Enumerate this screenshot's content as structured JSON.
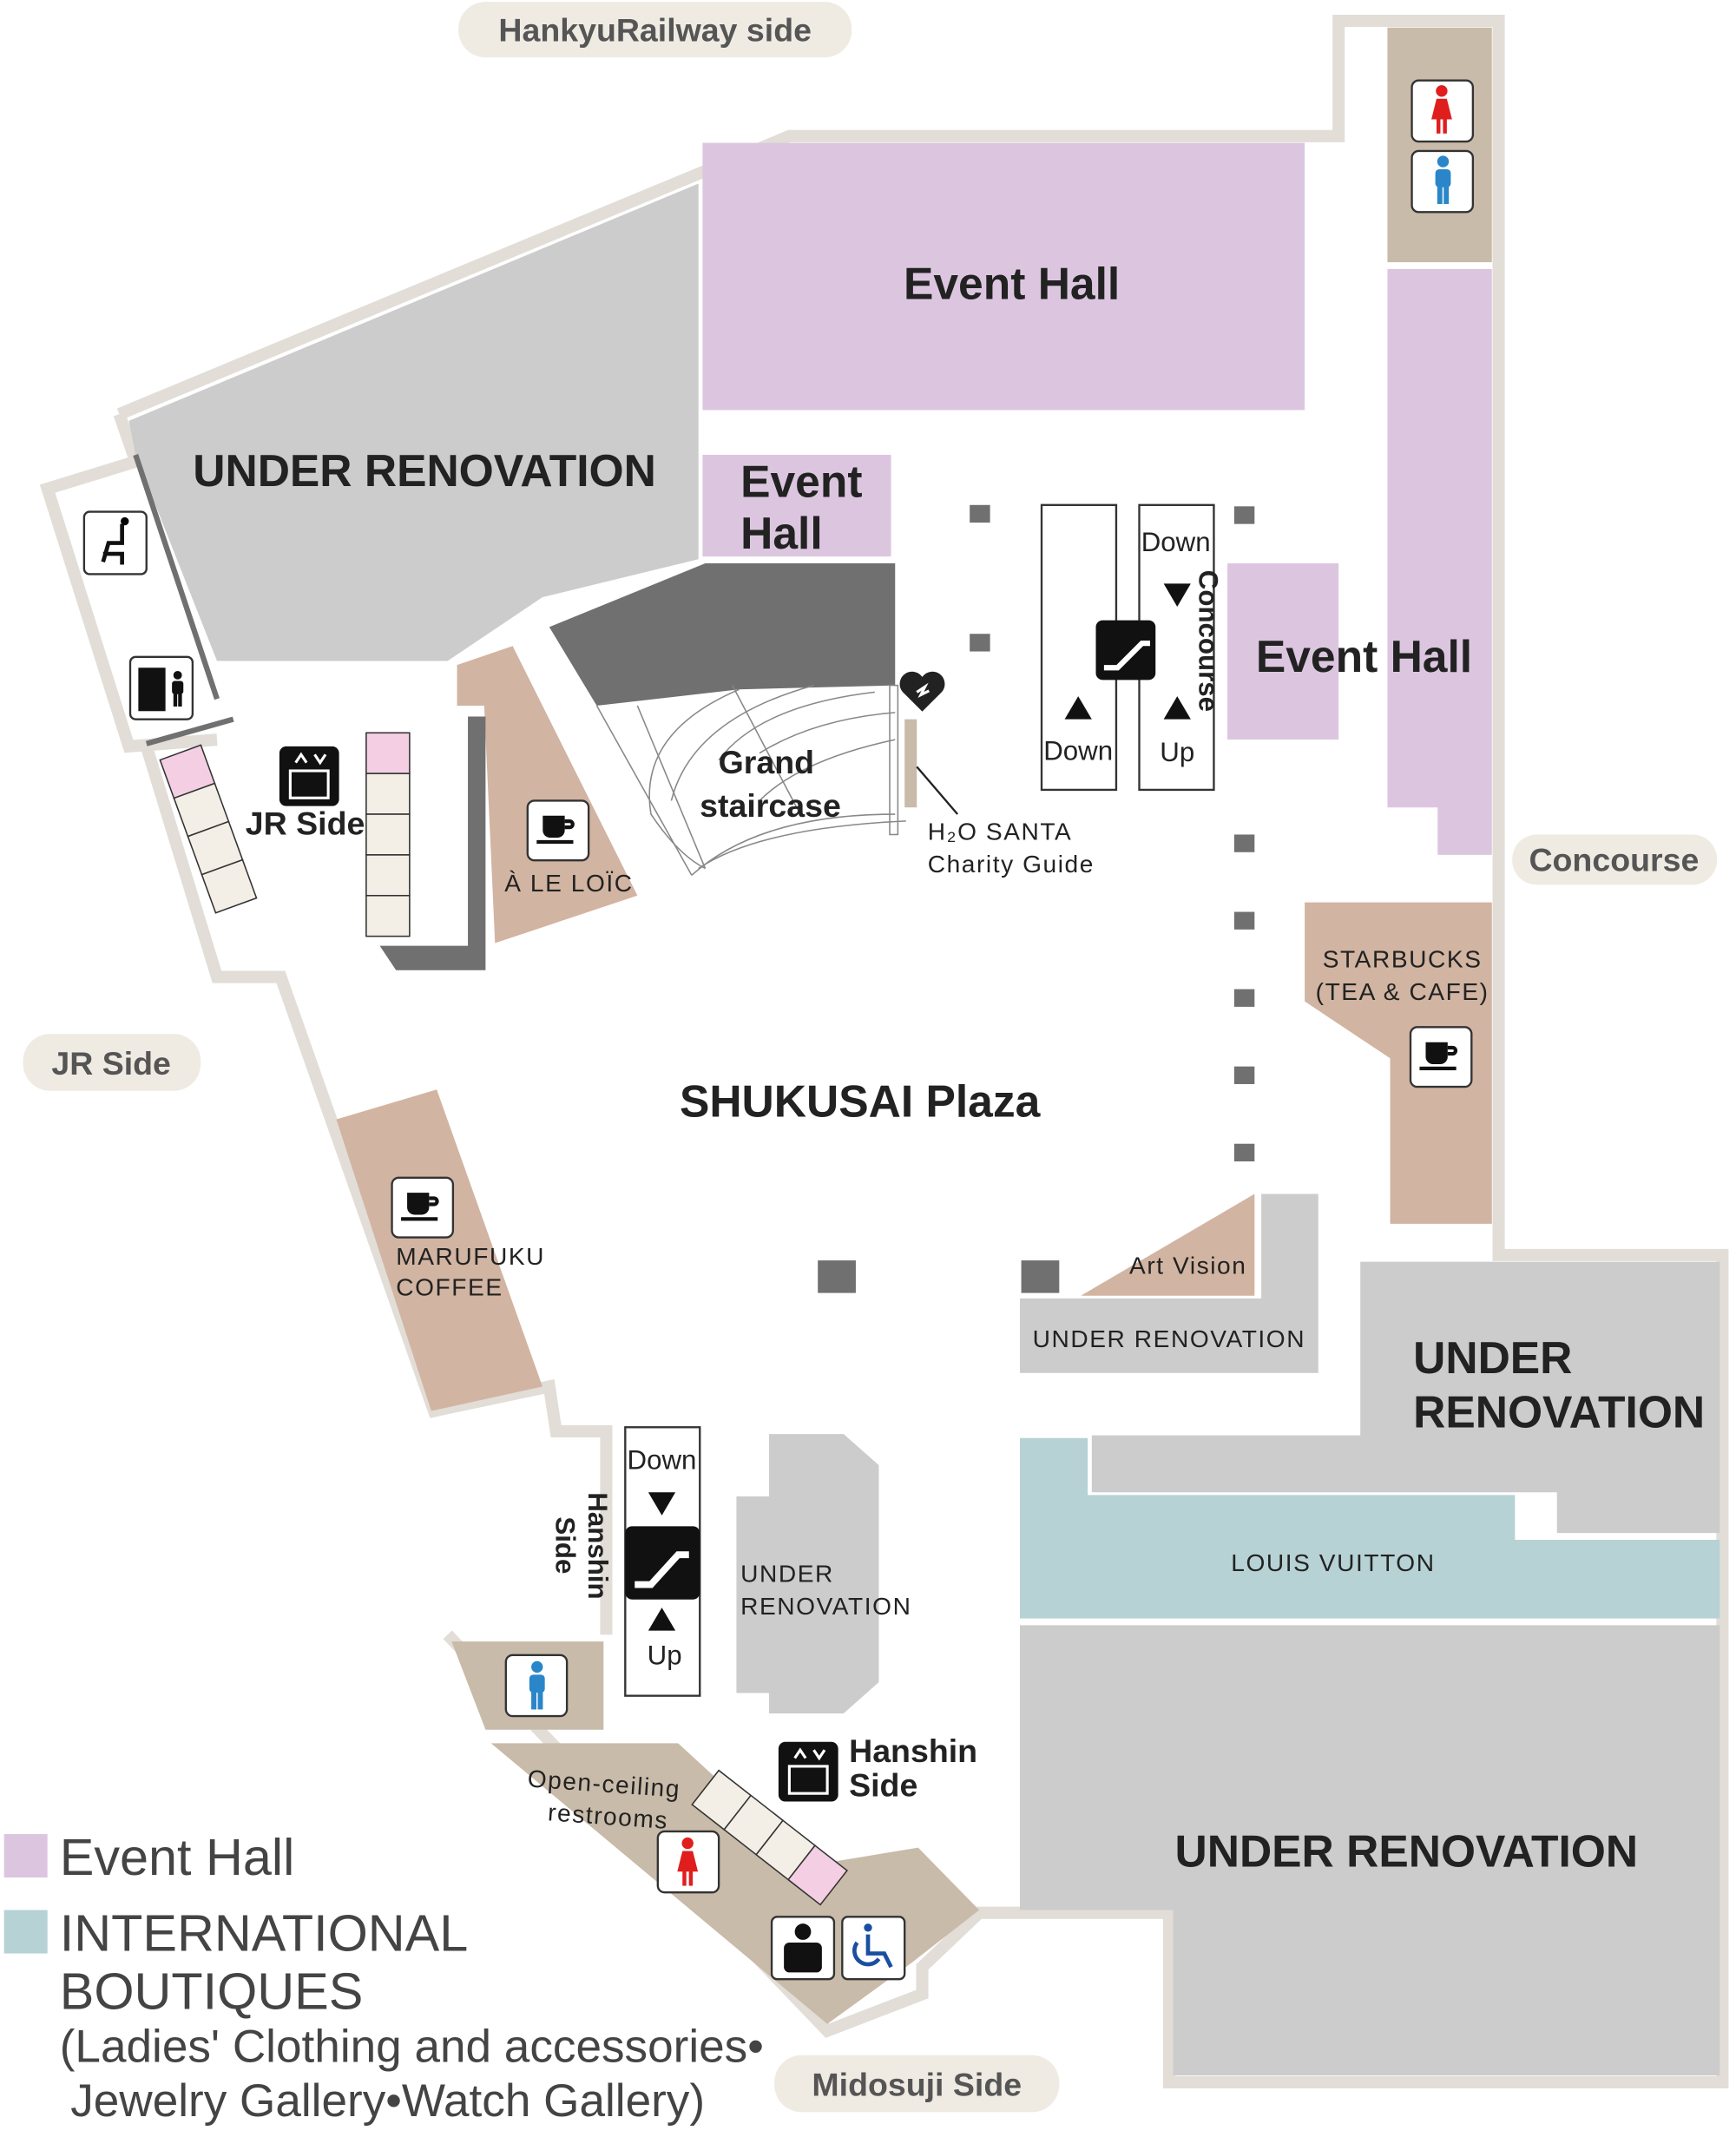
{
  "colors": {
    "event_hall": "#dcc6df",
    "international": "#b6d2d5",
    "renovation": "#cccccc",
    "dark": "#707070",
    "cafe": "#d1b4a1",
    "facility": "#c9bba9",
    "outline": "#e2ddd7",
    "pill": "#efebe3",
    "female": "#e01e1e",
    "male": "#2a86c8"
  },
  "directions": {
    "north": "HankyuRailway side",
    "east": "Concourse",
    "west": "JR Side",
    "south": "Midosuji Side"
  },
  "areas": {
    "event_hall_top": "Event Hall",
    "event_hall_small_1": "Event",
    "event_hall_small_2": "Hall",
    "event_hall_right": "Event Hall",
    "under_renovation_nw": "UNDER RENOVATION",
    "grand_staircase_1": "Grand",
    "grand_staircase_2": "staircase",
    "plaza": "SHUKUSAI Plaza",
    "a_le_loic": "À LE LOÏC",
    "marufuku_1": "MARUFUKU",
    "marufuku_2": "COFFEE",
    "starbucks_1": "STARBUCKS",
    "starbucks_2": "(TEA & CAFE)",
    "art_vision": "Art Vision",
    "under_renovation_small": "UNDER RENOVATION",
    "under_renovation_e_1": "UNDER",
    "under_renovation_e_2": "RENOVATION",
    "louis_vuitton": "LOUIS VUITTON",
    "under_renovation_se": "UNDER RENOVATION",
    "under_renovation_center_1": "UNDER",
    "under_renovation_center_2": "RENOVATION",
    "h2o_1": "H₂O SANTA",
    "h2o_2": "Charity Guide",
    "open_ceiling_1": "Open-ceiling",
    "open_ceiling_2": "restrooms"
  },
  "labels": {
    "jr_side_elevator": "JR Side",
    "hanshin_elevator_1": "Hanshin",
    "hanshin_elevator_2": "Side",
    "concourse_escalator": "Concourse",
    "hanshin_escalator_1": "Hanshin",
    "hanshin_escalator_2": "Side",
    "down": "Down",
    "up": "Up"
  },
  "legend": {
    "event_hall": "Event Hall",
    "intl_1": "INTERNATIONAL",
    "intl_2": "BOUTIQUES",
    "intl_3": "(Ladies' Clothing and accessories•",
    "intl_4": "Jewelry Gallery•Watch Gallery)"
  },
  "icons": [
    "female-restroom-icon",
    "male-restroom-icon",
    "cafe-icon",
    "elevator-icon",
    "escalator-icon",
    "aed-icon",
    "priority-seat-icon",
    "vending-atm-icon",
    "multipurpose-room-icon",
    "wheelchair-icon"
  ]
}
